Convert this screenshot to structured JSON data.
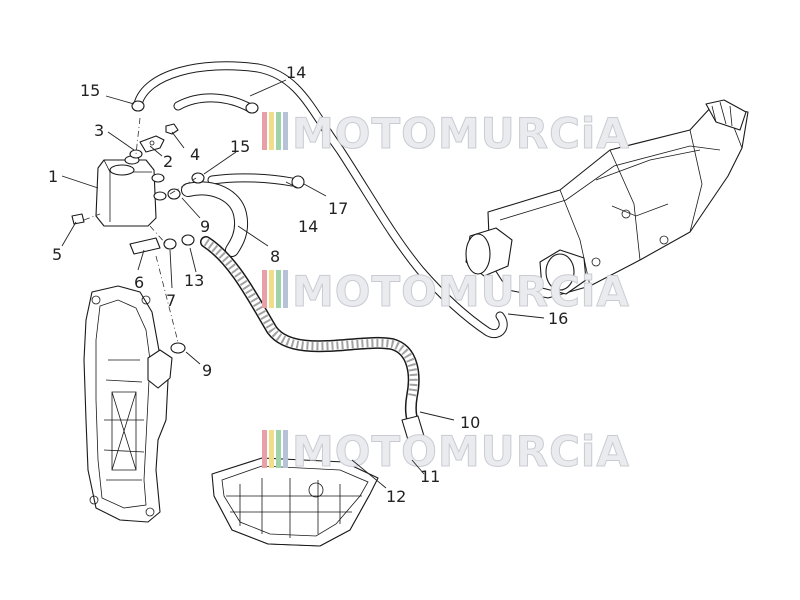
{
  "diagram": {
    "callouts": [
      {
        "id": "c1",
        "text": "1"
      },
      {
        "id": "c2",
        "text": "2"
      },
      {
        "id": "c3",
        "text": "3"
      },
      {
        "id": "c4",
        "text": "4"
      },
      {
        "id": "c5",
        "text": "5"
      },
      {
        "id": "c6",
        "text": "6"
      },
      {
        "id": "c7",
        "text": "7"
      },
      {
        "id": "c8",
        "text": "8"
      },
      {
        "id": "c9a",
        "text": "9"
      },
      {
        "id": "c9b",
        "text": "9"
      },
      {
        "id": "c10",
        "text": "10"
      },
      {
        "id": "c11",
        "text": "11"
      },
      {
        "id": "c12",
        "text": "12"
      },
      {
        "id": "c13",
        "text": "13"
      },
      {
        "id": "c14a",
        "text": "14"
      },
      {
        "id": "c14b",
        "text": "14"
      },
      {
        "id": "c15a",
        "text": "15"
      },
      {
        "id": "c15b",
        "text": "15"
      },
      {
        "id": "c16",
        "text": "16"
      },
      {
        "id": "c17",
        "text": "17"
      }
    ]
  },
  "watermark": {
    "text": "MOTOMURCiA",
    "colors": [
      "#e8a0a6",
      "#f1dd8a",
      "#9ed3a9",
      "#b7c2d6"
    ]
  }
}
